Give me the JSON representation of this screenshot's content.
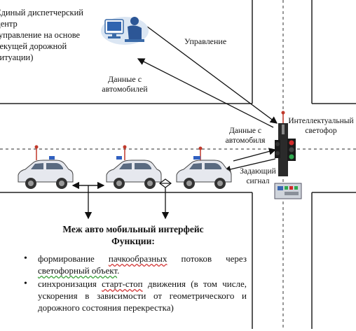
{
  "dispatch_center": {
    "lines": [
      "Единый диспетчерский центр",
      "управление на основе",
      "текущей дорожной ситуации)"
    ]
  },
  "labels": {
    "control": "Управление",
    "data_from_cars": [
      "Данные с",
      "автомобилей"
    ],
    "data_from_car": [
      "Данные с",
      "автомобиля"
    ],
    "smart_light": [
      "Интеллектуальный",
      "светофор"
    ],
    "master_signal": [
      "Задающий",
      "сигнал"
    ]
  },
  "interface": {
    "title": "Меж авто мобильный интерфейс",
    "subtitle": "Функции:",
    "items": [
      {
        "parts": [
          "формирование ",
          "пачкообразных",
          " потоков через ",
          "светофорный объект",
          "."
        ]
      },
      {
        "parts": [
          "синхронизация ",
          "старт-стоп",
          " движения (в том числе, ускорения в зависимости от геометрического и дорожного состояния перекрестка)"
        ]
      }
    ]
  },
  "colors": {
    "road_line": "#222222",
    "dash_line": "#555555",
    "car_body": "#e6e8ee",
    "antenna": "#c0392b",
    "light_red": "#d12a2a",
    "light_green": "#2fa84f"
  },
  "icons": [
    "computer-workstation-icon",
    "car-icon",
    "traffic-light-icon",
    "controller-box-icon",
    "antenna-icon"
  ]
}
